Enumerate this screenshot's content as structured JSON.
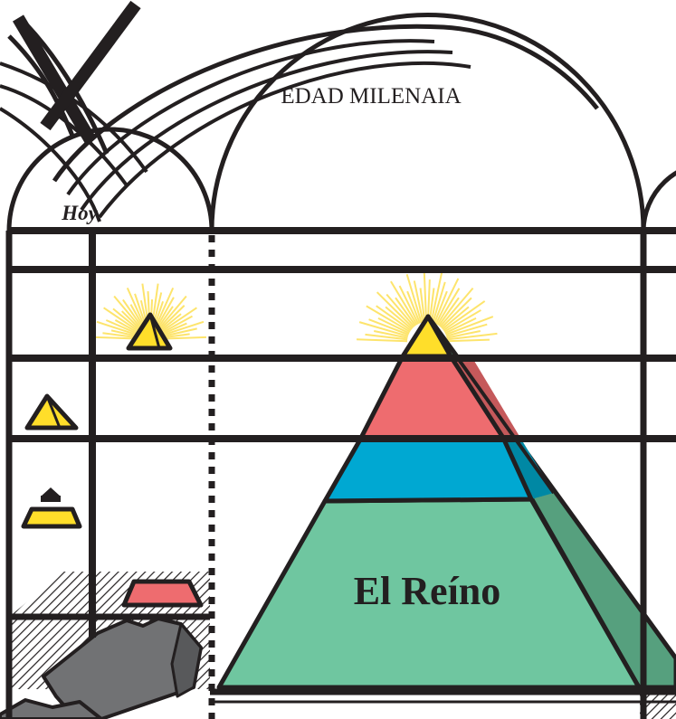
{
  "labels": {
    "era": "EDAD MILENAIA",
    "today": "Hoy",
    "kingdom": "El Reíno"
  },
  "colors": {
    "line": "#231f20",
    "glow": "#fde46c",
    "tip": "#ffde2a",
    "red": "#ee6c6f",
    "red_shade": "#c5595b",
    "blue": "#00a8d2",
    "blue_shade": "#0088a4",
    "green": "#6fc6a0",
    "green_shade": "#56a07e",
    "rock": "#717274",
    "rock_dark": "#58595b"
  }
}
